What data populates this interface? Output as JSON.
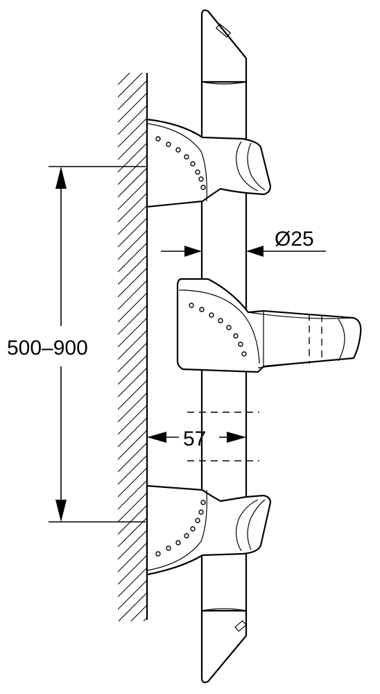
{
  "dimensions": {
    "diameter_label": "Ø25",
    "spacing_label": "57",
    "height_range_label": "500–900"
  }
}
